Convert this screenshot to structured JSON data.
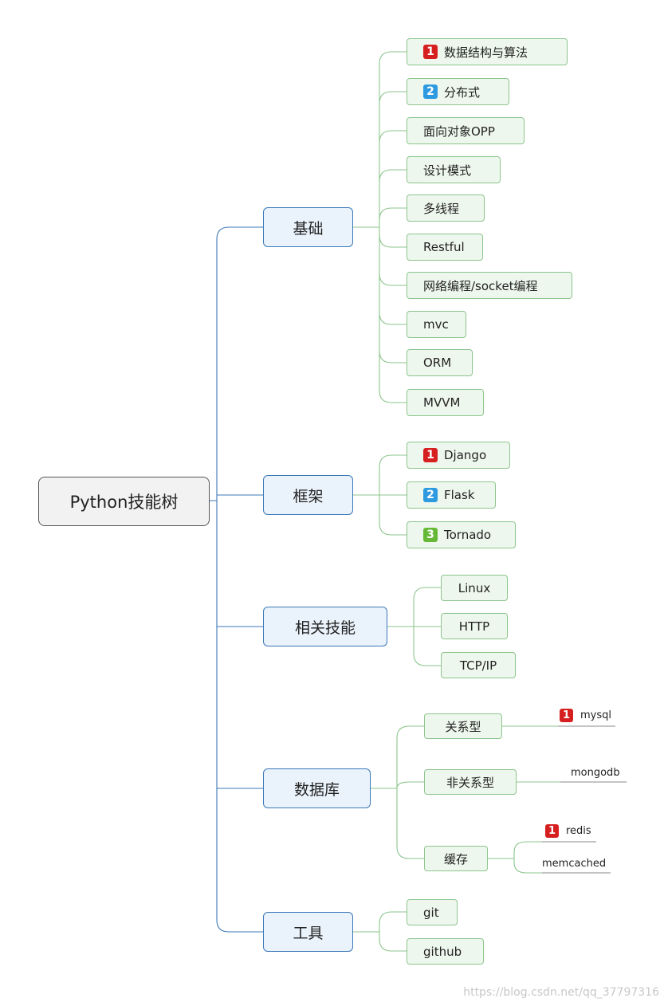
{
  "root": {
    "label": "Python技能树"
  },
  "branches": [
    {
      "label": "基础",
      "items": [
        {
          "label": "数据结构与算法",
          "badge": "1",
          "badge_color": "#d6201f"
        },
        {
          "label": "分布式",
          "badge": "2",
          "badge_color": "#2e9ae0"
        },
        {
          "label": "面向对象OPP"
        },
        {
          "label": "设计模式"
        },
        {
          "label": "多线程"
        },
        {
          "label": "Restful"
        },
        {
          "label": "网络编程/socket编程"
        },
        {
          "label": "mvc"
        },
        {
          "label": "ORM"
        },
        {
          "label": "MVVM"
        }
      ]
    },
    {
      "label": "框架",
      "items": [
        {
          "label": "Django",
          "badge": "1",
          "badge_color": "#d6201f"
        },
        {
          "label": "Flask",
          "badge": "2",
          "badge_color": "#2e9ae0"
        },
        {
          "label": "Tornado",
          "badge": "3",
          "badge_color": "#66b936"
        }
      ]
    },
    {
      "label": "相关技能",
      "items": [
        {
          "label": "Linux"
        },
        {
          "label": "HTTP"
        },
        {
          "label": "TCP/IP"
        }
      ]
    },
    {
      "label": "数据库",
      "items": [
        {
          "label": "关系型",
          "children": [
            {
              "label": "mysql",
              "badge": "1"
            }
          ]
        },
        {
          "label": "非关系型",
          "children": [
            {
              "label": "mongodb"
            }
          ]
        },
        {
          "label": "缓存",
          "children": [
            {
              "label": "redis",
              "badge": "1"
            },
            {
              "label": "memcached"
            }
          ]
        }
      ]
    },
    {
      "label": "工具",
      "items": [
        {
          "label": "git"
        },
        {
          "label": "github"
        }
      ]
    }
  ],
  "watermark": "https://blog.csdn.net/qq_37797316",
  "colors": {
    "branch_link": "#3b78b8",
    "leaf_link": "#8cc58c",
    "badge_red": "#d6201f",
    "badge_blue": "#2e9ae0",
    "badge_green": "#66b936"
  }
}
